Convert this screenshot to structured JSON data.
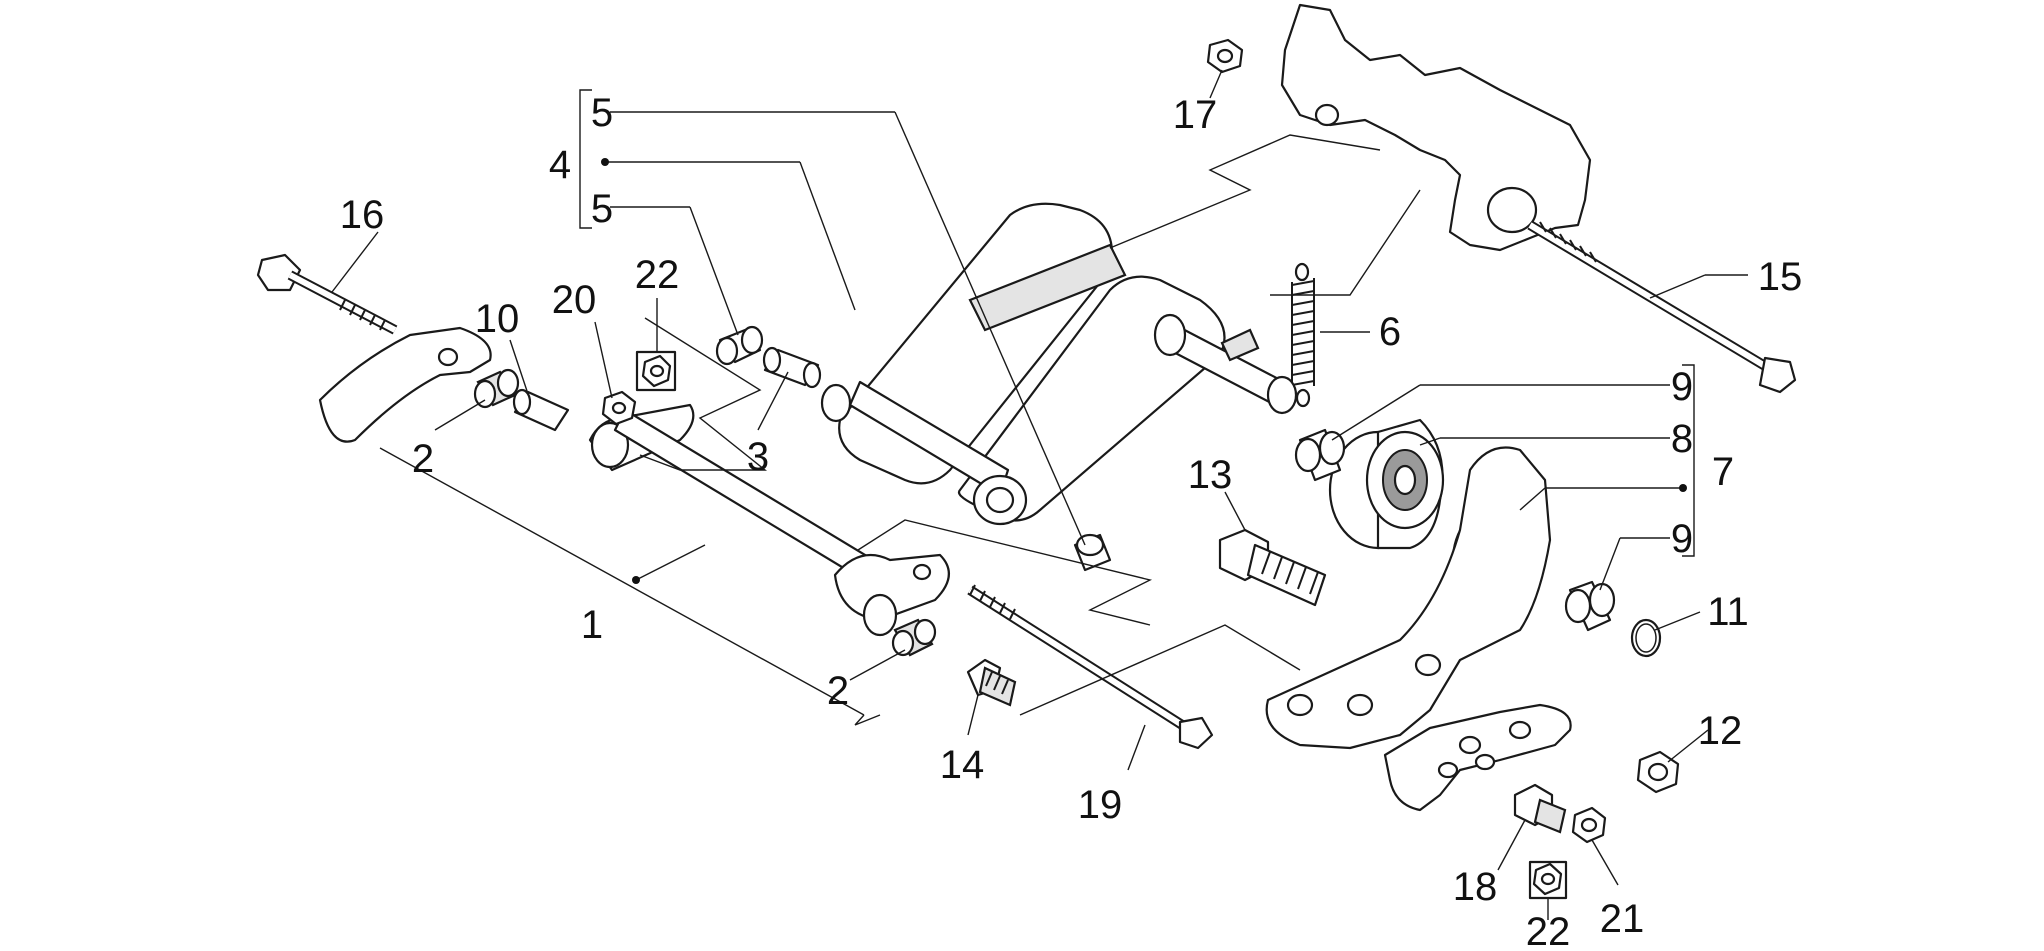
{
  "labels": {
    "l1": "1",
    "l2a": "2",
    "l2b": "2",
    "l3": "3",
    "l4": "4",
    "l5a": "5",
    "l5b": "5",
    "l6": "6",
    "l7": "7",
    "l8": "8",
    "l9a": "9",
    "l9b": "9",
    "l10": "10",
    "l11": "11",
    "l12": "12",
    "l13": "13",
    "l14": "14",
    "l15": "15",
    "l16": "16",
    "l17": "17",
    "l18": "18",
    "l19": "19",
    "l20": "20",
    "l21": "21",
    "l22a": "22",
    "l22b": "22"
  }
}
